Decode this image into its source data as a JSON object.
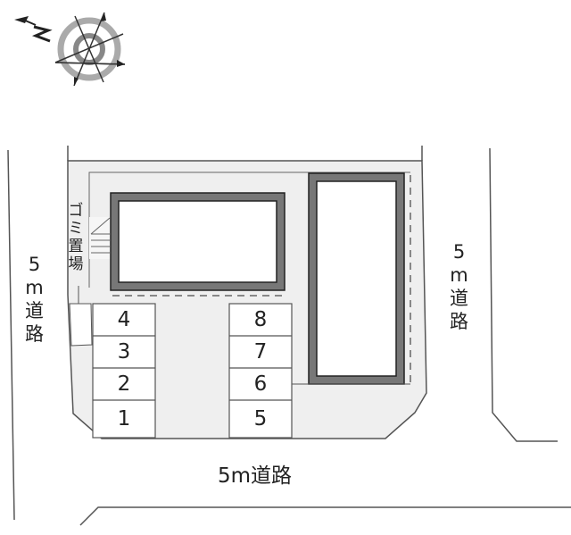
{
  "compass": {
    "icon": "north-compass-icon",
    "north_label": "N"
  },
  "roads": {
    "left": {
      "chars": [
        "5",
        "m",
        "道",
        "路"
      ]
    },
    "right": {
      "chars": [
        "5",
        "m",
        "道",
        "路"
      ]
    },
    "bottom": {
      "label": "5m道路"
    }
  },
  "garbage_area": {
    "chars": [
      "ゴ",
      "ミ",
      "置",
      "場"
    ]
  },
  "parking": {
    "left_column": [
      {
        "number": "4"
      },
      {
        "number": "3"
      },
      {
        "number": "2"
      },
      {
        "number": "1"
      }
    ],
    "right_column": [
      {
        "number": "8"
      },
      {
        "number": "7"
      },
      {
        "number": "6"
      },
      {
        "number": "5"
      }
    ]
  },
  "colors": {
    "site_fill": "#efefef",
    "wall": "#777777",
    "outline": "#333333",
    "line": "#555555"
  }
}
